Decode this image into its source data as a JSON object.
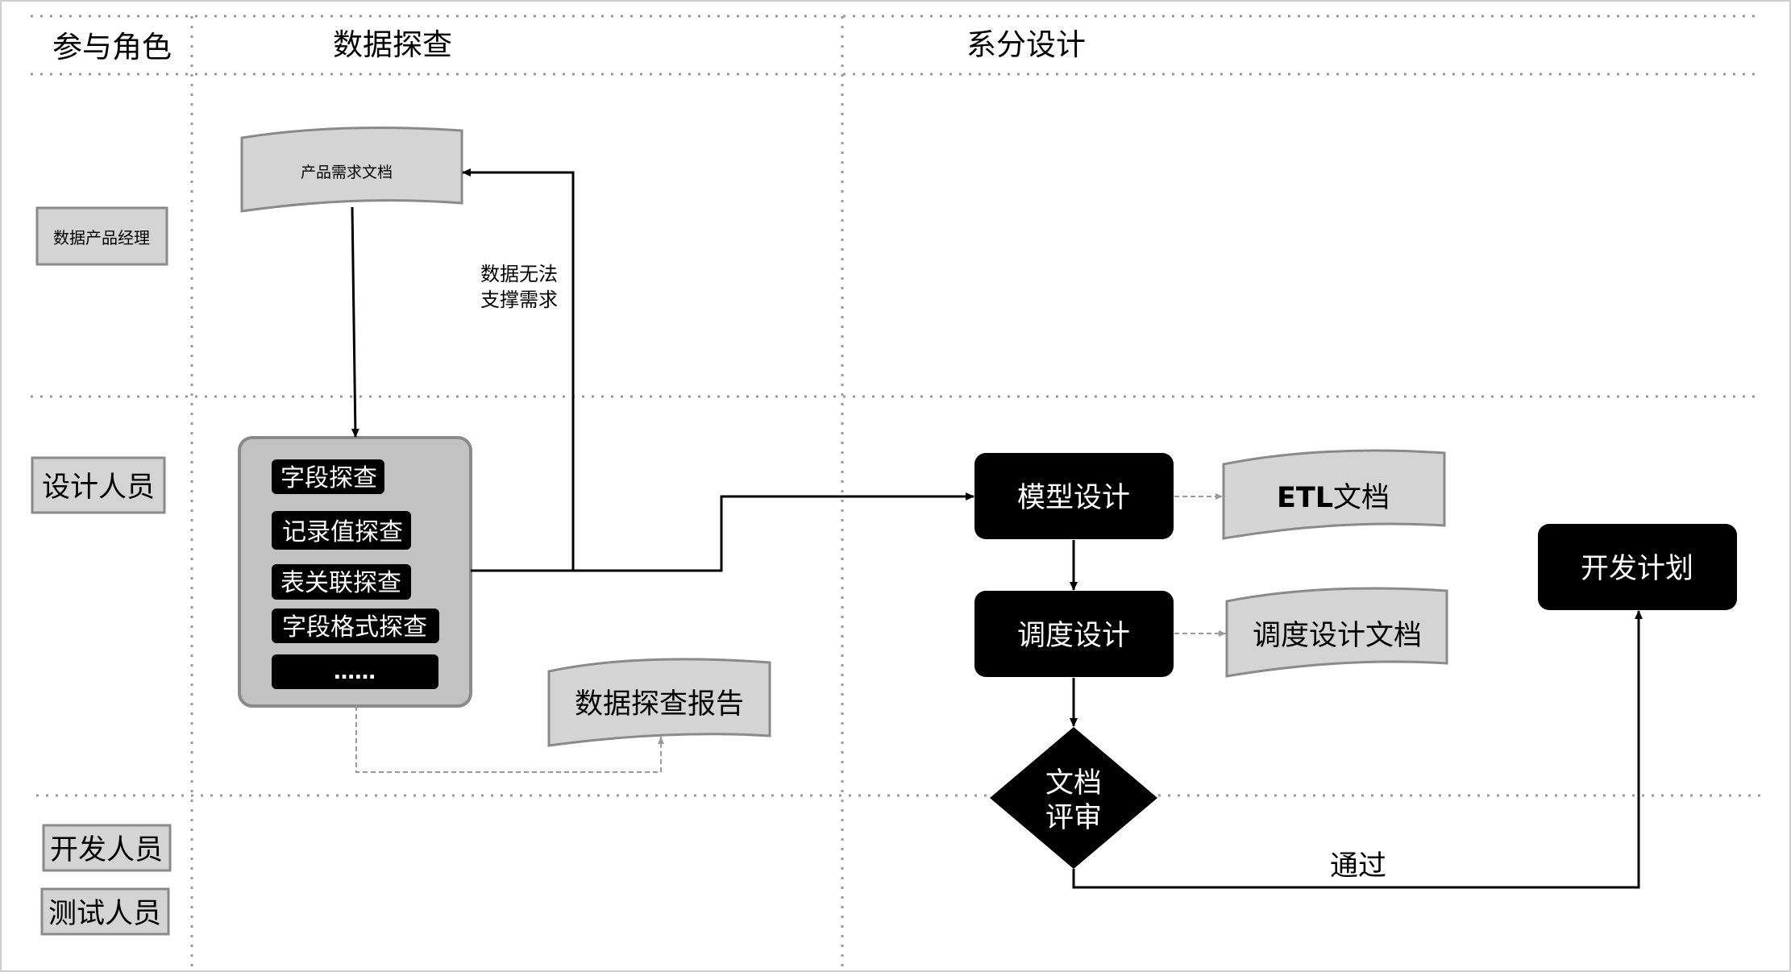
{
  "headers": {
    "roles": "参与角色",
    "explore": "数据探查",
    "design": "系分设计"
  },
  "roles": {
    "pm": "数据产品经理",
    "designer": "设计人员",
    "dev": "开发人员",
    "test": "测试人员"
  },
  "docs": {
    "prd": "产品需求文档",
    "report": "数据探查报告",
    "etl_prefix": "ETL",
    "etl_suffix": "文档",
    "schedule_doc": "调度设计文档"
  },
  "explore_box": {
    "items": [
      "字段探查",
      "记录值探查",
      "表关联探查",
      "字段格式探查",
      "……"
    ]
  },
  "process": {
    "model": "模型设计",
    "schedule": "调度设计",
    "review_line1": "文档",
    "review_line2": "评审",
    "plan": "开发计划"
  },
  "edges": {
    "reject_line1": "数据无法",
    "reject_line2": "支撑需求",
    "pass": "通过"
  },
  "colors": {
    "doc_fill": "#d4d4d4",
    "doc_stroke": "#8a8a8a",
    "box_fill": "#c2c2c2",
    "process_fill": "#000000",
    "grid": "#9a9a9a"
  }
}
